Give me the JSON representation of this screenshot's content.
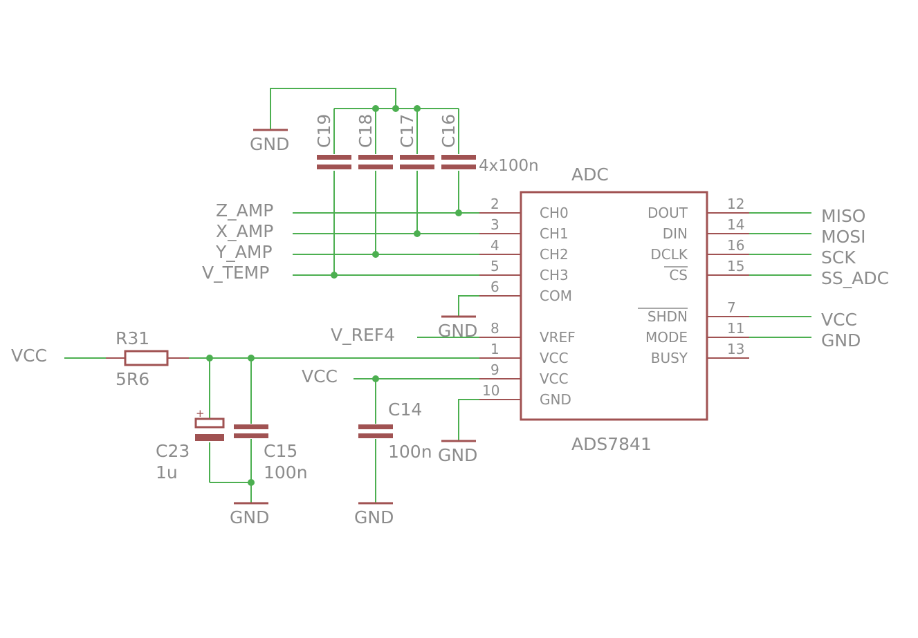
{
  "components": {
    "adc": {
      "name": "ADC",
      "part": "ADS7841",
      "left_pins": [
        {
          "num": "2",
          "name": "CH0"
        },
        {
          "num": "3",
          "name": "CH1"
        },
        {
          "num": "4",
          "name": "CH2"
        },
        {
          "num": "5",
          "name": "CH3"
        },
        {
          "num": "6",
          "name": "COM"
        },
        {
          "num": "8",
          "name": "VREF"
        },
        {
          "num": "1",
          "name": "VCC"
        },
        {
          "num": "9",
          "name": "VCC"
        },
        {
          "num": "10",
          "name": "GND"
        }
      ],
      "right_pins": [
        {
          "num": "12",
          "name": "DOUT"
        },
        {
          "num": "14",
          "name": "DIN"
        },
        {
          "num": "16",
          "name": "DCLK"
        },
        {
          "num": "15",
          "name": "CS"
        },
        {
          "num": "7",
          "name": "SHDN"
        },
        {
          "num": "11",
          "name": "MODE"
        },
        {
          "num": "13",
          "name": "BUSY"
        }
      ]
    },
    "caps_top": [
      "C19",
      "C18",
      "C17",
      "C16"
    ],
    "caps_top_value": "4x100n",
    "r31": {
      "name": "R31",
      "value": "5R6"
    },
    "c23": {
      "name": "C23",
      "value": "1u",
      "polarity": "+"
    },
    "c15": {
      "name": "C15",
      "value": "100n"
    },
    "c14": {
      "name": "C14",
      "value": "100n"
    }
  },
  "nets": {
    "left_inputs": [
      "Z_AMP",
      "X_AMP",
      "Y_AMP",
      "V_TEMP"
    ],
    "vref": "V_REF4",
    "vcc_left": "VCC",
    "vcc_mid": "VCC",
    "right_outputs": [
      "MISO",
      "MOSI",
      "SCK",
      "SS_ADC"
    ],
    "right_vcc": "VCC",
    "right_gnd": "GND",
    "gnd_labels": [
      "GND",
      "GND",
      "GND",
      "GND",
      "GND"
    ]
  },
  "colors": {
    "wire": "#4caf50",
    "component": "#a05252",
    "text": "#8c8c8c"
  }
}
